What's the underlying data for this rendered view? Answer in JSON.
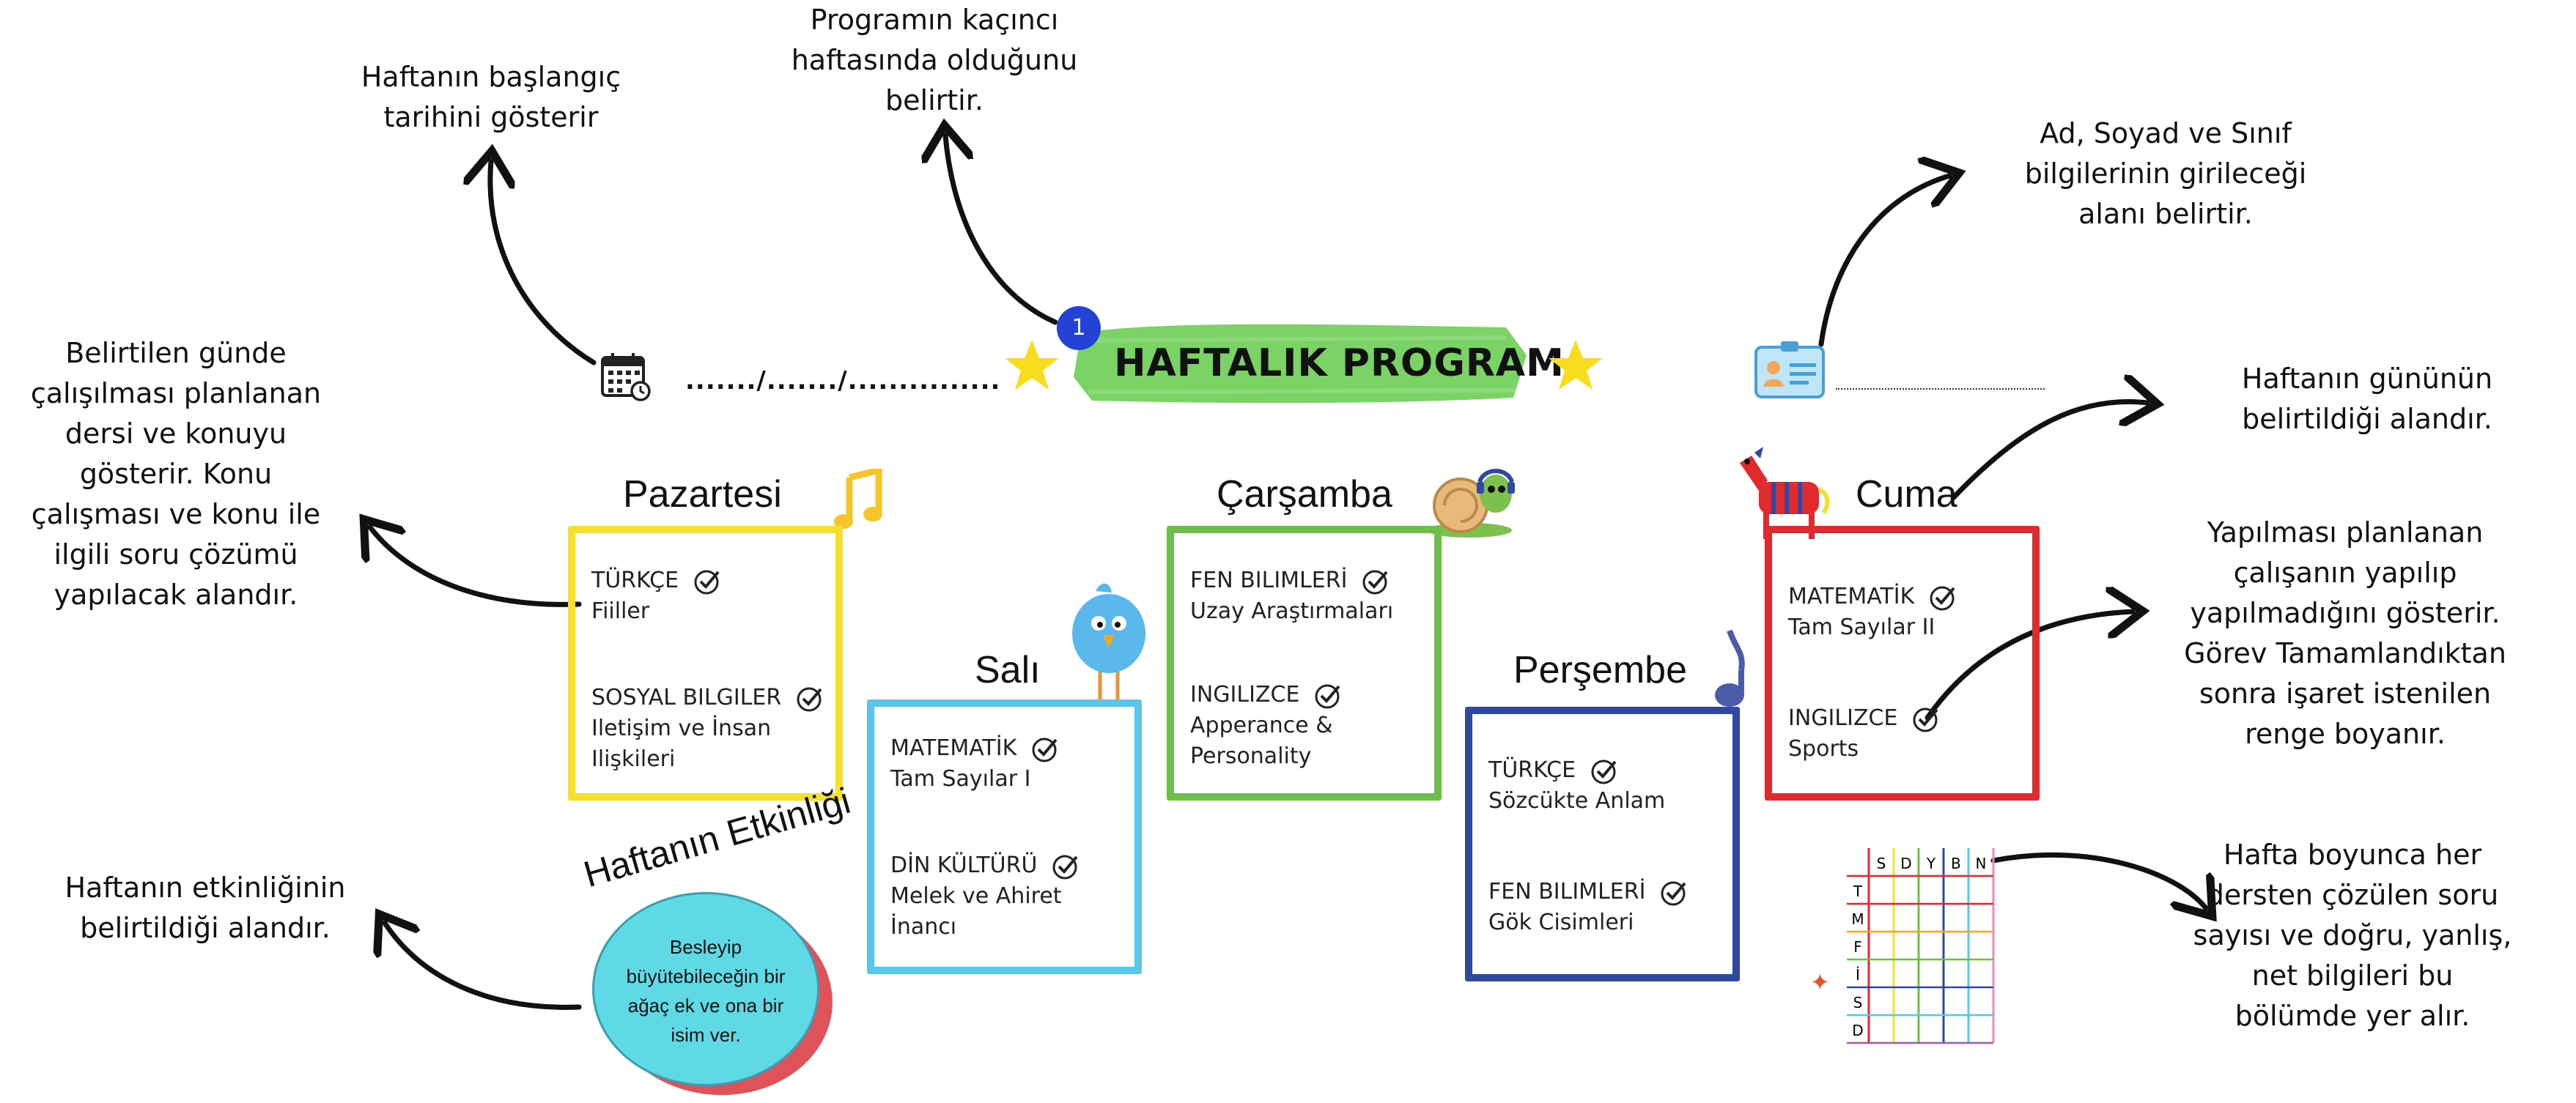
{
  "title": "HAFTALIK PROGRAM",
  "week_badge": "1",
  "date_placeholder": "......./......./...............",
  "name_line": "................................................................",
  "colors": {
    "pazartesi": "#f5e12a",
    "sali": "#5bc6ec",
    "carsamba": "#6cc04a",
    "persembe": "#2f49a1",
    "cuma": "#e12a2d",
    "banner": "#7ad364",
    "star": "#f7dd1c",
    "badge": "#2443d6",
    "activity": "#5fd9e6"
  },
  "notes": {
    "week_number": [
      "Programın kaçıncı",
      "haftasında olduğunu",
      "belirtir."
    ],
    "start_date": [
      "Haftanın başlangıç",
      "tarihini gösterir"
    ],
    "name_info": [
      "Ad, Soyad ve Sınıf",
      "bilgilerinin girileceği",
      "alanı belirtir."
    ],
    "daily_subject": [
      "Belirtilen günde",
      "çalışılması planlanan",
      "dersi ve konuyu",
      "gösterir. Konu",
      "çalışması ve  konu ile",
      "ilgili soru çözümü",
      "yapılacak alandır."
    ],
    "day_name": [
      "Haftanın gününün",
      "belirtildiği alandır."
    ],
    "task_check": [
      "Yapılması planlanan",
      "çalışanın yapılıp",
      "yapılmadığını gösterir.",
      "Görev Tamamlandıktan",
      "sonra işaret istenilen",
      "renge boyanır."
    ],
    "activity": [
      "Haftanın etkinliğinin",
      "belirtildiği alandır."
    ],
    "question_table": [
      "Hafta boyunca her",
      "dersten çözülen soru",
      "sayısı ve doğru, yanlış,",
      "net bilgileri bu",
      "bölümde yer alır."
    ]
  },
  "days": {
    "pazartesi": {
      "name": "Pazartesi",
      "items": [
        [
          "TÜRKÇE",
          "Fiiller"
        ],
        [
          "SOSYAL BILGILER",
          "Iletişim ve İnsan",
          "Ilişkileri"
        ]
      ]
    },
    "sali": {
      "name": "Salı",
      "items": [
        [
          "MATEMATİK",
          "Tam Sayılar I"
        ],
        [
          "DİN KÜLTÜRÜ",
          "Melek ve Ahiret",
          "İnancı"
        ]
      ]
    },
    "carsamba": {
      "name": "Çarşamba",
      "items": [
        [
          "FEN BILIMLERİ",
          "Uzay Araştırmaları"
        ],
        [
          "INGILIZCE",
          "Apperance &",
          "Personality"
        ]
      ]
    },
    "persembe": {
      "name": "Perşembe",
      "items": [
        [
          "TÜRKÇE",
          "Sözcükte Anlam"
        ],
        [
          "FEN BILIMLERİ",
          "Gök Cisimleri"
        ]
      ]
    },
    "cuma": {
      "name": "Cuma",
      "items": [
        [
          "MATEMATİK",
          "Tam Sayılar II"
        ],
        [
          "INGILIZCE",
          "Sports"
        ]
      ]
    }
  },
  "activity": {
    "heading": "Haftanın Etkinliği",
    "text": [
      "Besleyip",
      "büyütebileceğin bir",
      "ağaç ek ve ona bir",
      "isim ver."
    ]
  },
  "table": {
    "headers": [
      "S",
      "D",
      "Y",
      "B",
      "N"
    ],
    "rows": [
      "T",
      "M",
      "F",
      "İ",
      "S",
      "D"
    ],
    "column_colors": [
      "#e12a2d",
      "#f5e12a",
      "#6cc04a",
      "#2f49a1",
      "#5bc6ec"
    ]
  },
  "icons": [
    "calendar-icon",
    "id-card-icon",
    "music-note-icon",
    "bird-icon",
    "snail-icon",
    "note-icon",
    "horse-icon",
    "star-icon",
    "check-icon"
  ]
}
